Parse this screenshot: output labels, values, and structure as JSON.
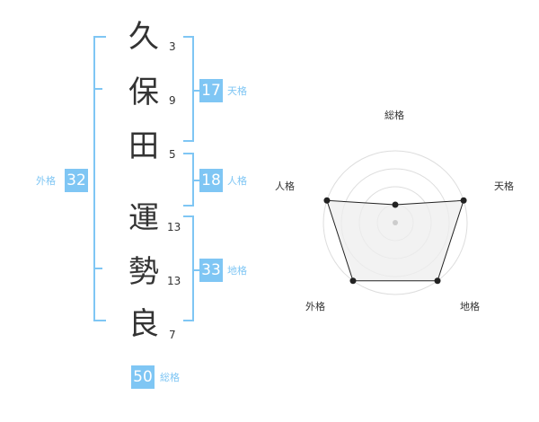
{
  "name_chars": [
    {
      "char": "久",
      "strokes": "3"
    },
    {
      "char": "保",
      "strokes": "9"
    },
    {
      "char": "田",
      "strokes": "5"
    },
    {
      "char": "運",
      "strokes": "13"
    },
    {
      "char": "勢",
      "strokes": "13"
    },
    {
      "char": "良",
      "strokes": "7"
    }
  ],
  "fortunes": {
    "tenkaku": {
      "value": "17",
      "label": "天格"
    },
    "jinkaku": {
      "value": "18",
      "label": "人格"
    },
    "chikaku": {
      "value": "33",
      "label": "地格"
    },
    "gaikaku": {
      "value": "32",
      "label": "外格"
    },
    "soukaku": {
      "value": "50",
      "label": "総格"
    }
  },
  "chart_data": {
    "type": "radar",
    "axes": [
      "総格",
      "天格",
      "地格",
      "外格",
      "人格"
    ],
    "levels": 4,
    "values": [
      1,
      4,
      4,
      4,
      4
    ],
    "max": 4,
    "grid": true
  },
  "colors": {
    "accent": "#7fc6f4",
    "text": "#333333",
    "grid": "#dddddd",
    "fill": "#eeeeee"
  }
}
